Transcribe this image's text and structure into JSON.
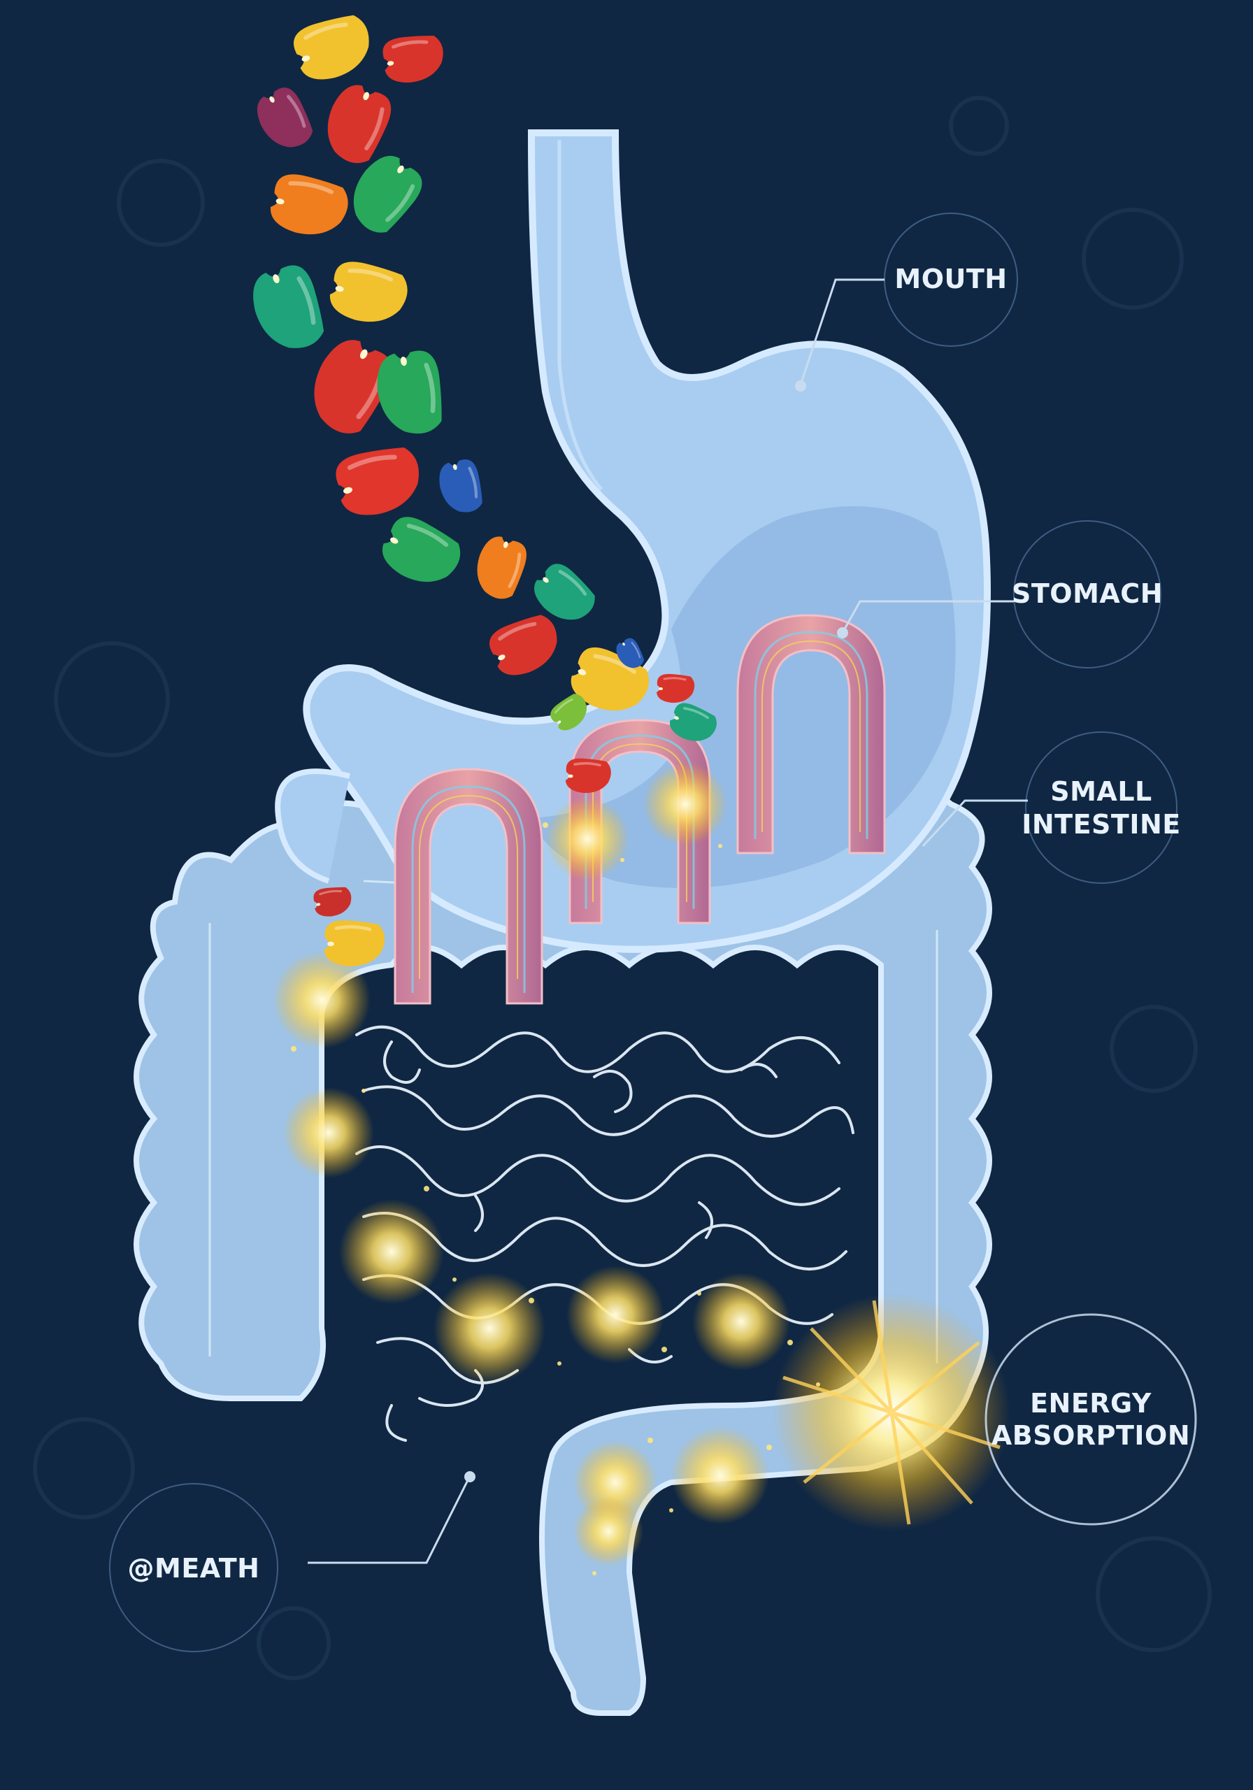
{
  "labels": {
    "mouth": "MOUTH",
    "stomach": "STOMACH",
    "small_intestine_line1": "SMALL",
    "small_intestine_line2": "INTESTINE",
    "energy_line1": "ENERGY",
    "energy_line2": "ABSORPTION",
    "credit": "@MEATH"
  },
  "colors": {
    "background": "#0f2743",
    "organ_fill": "#a9cdf0",
    "organ_outline": "#d6eaff",
    "label_text": "#e9f2fb",
    "glow": "#ffd84a"
  },
  "beans": [
    {
      "color": "#f2c12e"
    },
    {
      "color": "#d9342b"
    },
    {
      "color": "#8e2f5c"
    },
    {
      "color": "#d9342b"
    },
    {
      "color": "#f07e1e"
    },
    {
      "color": "#27a85a"
    },
    {
      "color": "#1ea37a"
    },
    {
      "color": "#f2c12e"
    },
    {
      "color": "#d9342b"
    },
    {
      "color": "#27a85a"
    },
    {
      "color": "#e0362c"
    },
    {
      "color": "#2a5db8"
    },
    {
      "color": "#27a85a"
    },
    {
      "color": "#f07e1e"
    },
    {
      "color": "#1ea37a"
    },
    {
      "color": "#d9342b"
    },
    {
      "color": "#f2c12e"
    },
    {
      "color": "#2a5db8"
    },
    {
      "color": "#7bbf3a"
    },
    {
      "color": "#d9342b"
    },
    {
      "color": "#1ea37a"
    },
    {
      "color": "#d9342b"
    },
    {
      "color": "#c9302c"
    },
    {
      "color": "#f2c12e"
    }
  ]
}
